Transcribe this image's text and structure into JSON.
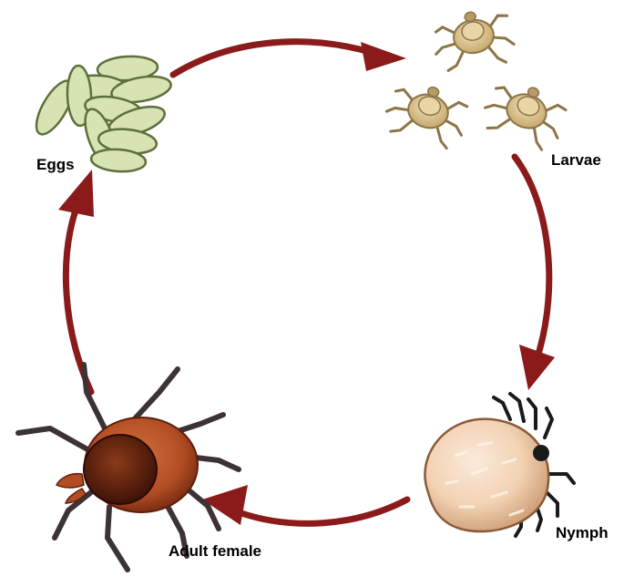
{
  "diagram": {
    "stages": {
      "eggs": {
        "label": "Eggs"
      },
      "larvae": {
        "label": "Larvae"
      },
      "nymph": {
        "label": "Nymph"
      },
      "adult": {
        "label": "Adult female"
      }
    },
    "cycle_order": [
      "eggs",
      "larvae",
      "nymph",
      "adult"
    ],
    "colors": {
      "arrow": "#8b1a1a",
      "egg_fill": "#d8e3b4",
      "egg_stroke": "#5d6f3a",
      "larva_body": "#dcc592",
      "nymph_body": "#f2d2b3",
      "adult_body": "#b24d23",
      "adult_shield": "#5a1f0d",
      "leg": "#3d3236"
    }
  }
}
